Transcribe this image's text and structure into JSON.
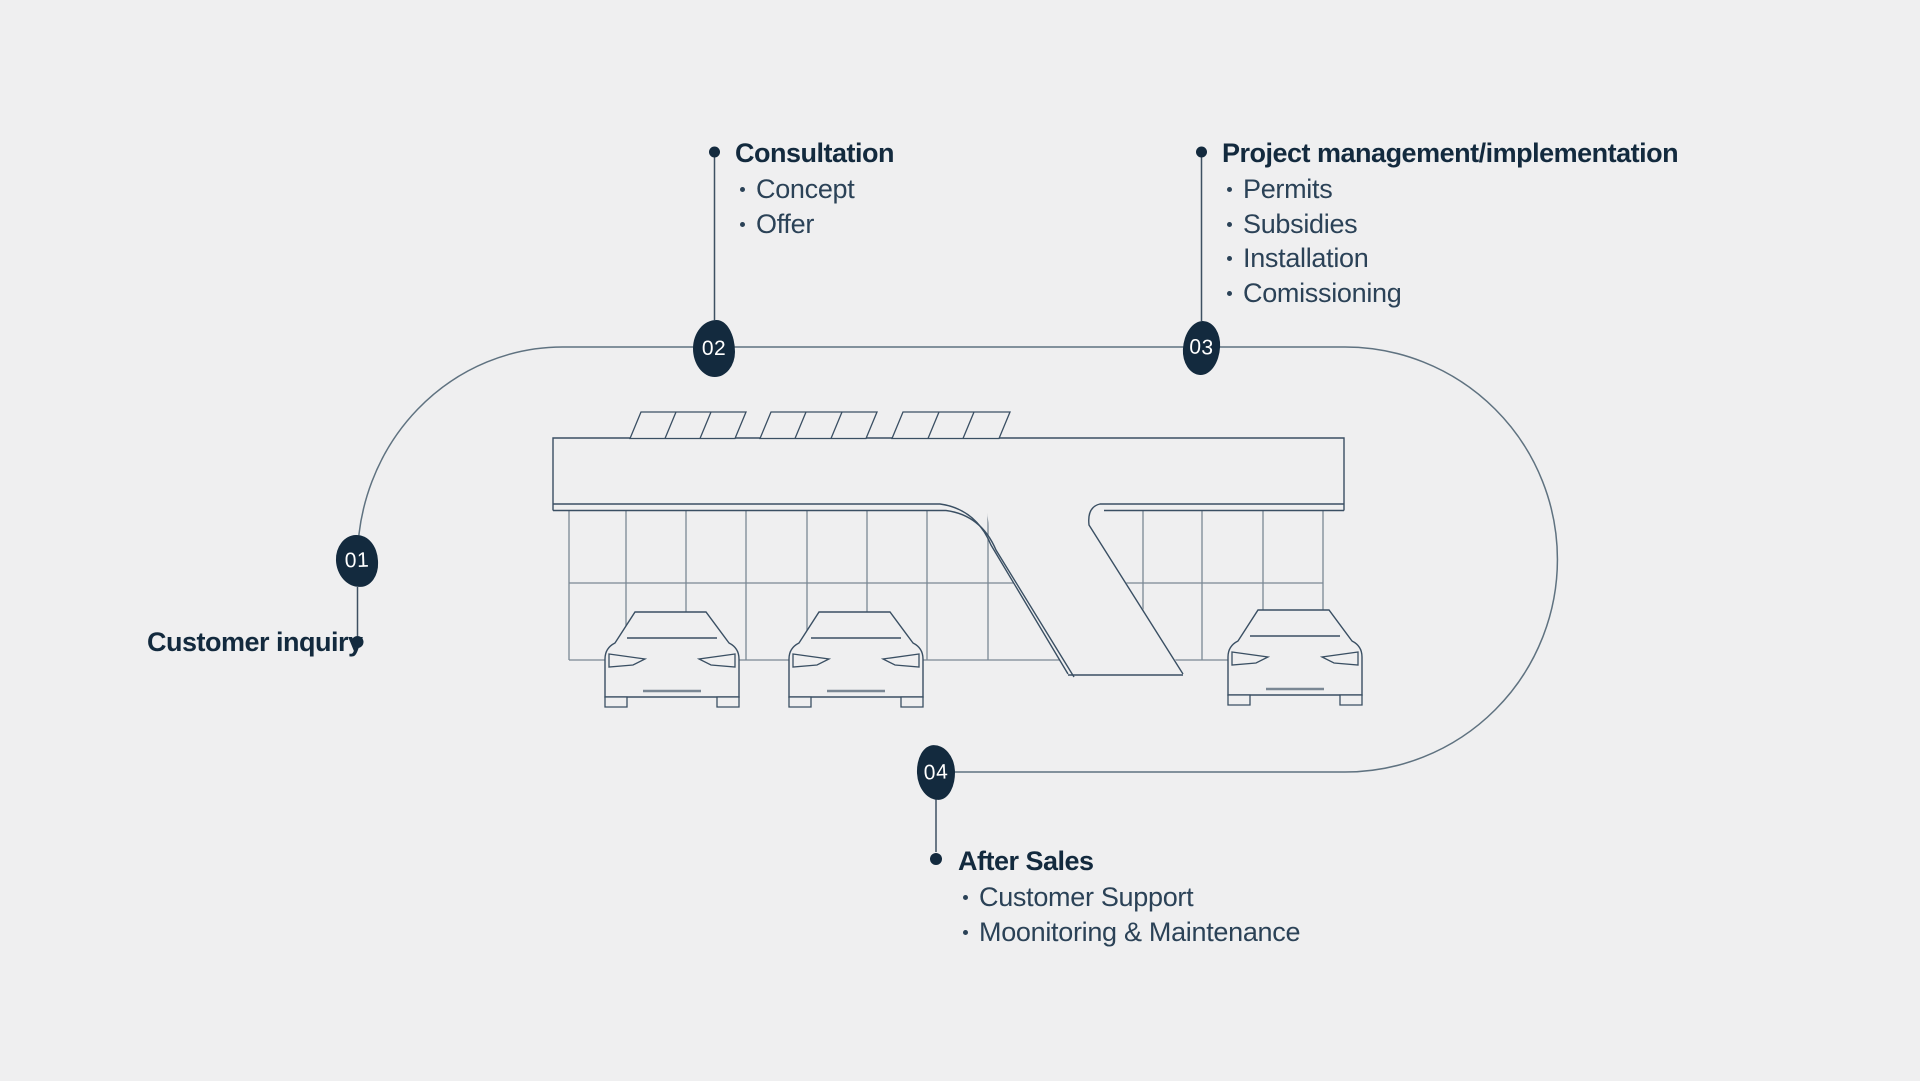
{
  "diagram_title": "customer-journey-process",
  "colors": {
    "background": "#EFEFF0",
    "accent_navy": "#132A3E",
    "item_text": "#2B4257",
    "loop_line": "#5F7280",
    "connector_line": "#3E5062",
    "building_outline": "#3A4F63",
    "glass_grid": "#7A8794",
    "badge_text": "#FFFFFF"
  },
  "steps": [
    {
      "id": "01",
      "title": "Customer inquiry",
      "items": []
    },
    {
      "id": "02",
      "title": "Consultation",
      "items": [
        "Concept",
        "Offer"
      ]
    },
    {
      "id": "03",
      "title": "Project management/implementation",
      "items": [
        "Permits",
        "Subsidies",
        "Installation",
        "Comissioning"
      ]
    },
    {
      "id": "04",
      "title": "After Sales",
      "items": [
        "Customer Support",
        "Moonitoring & Maintenance"
      ]
    }
  ],
  "illustration": {
    "name": "car-dealership-with-solar-canopy",
    "solar_panel_groups": 3,
    "panels_per_group": 3,
    "cars": 3
  }
}
